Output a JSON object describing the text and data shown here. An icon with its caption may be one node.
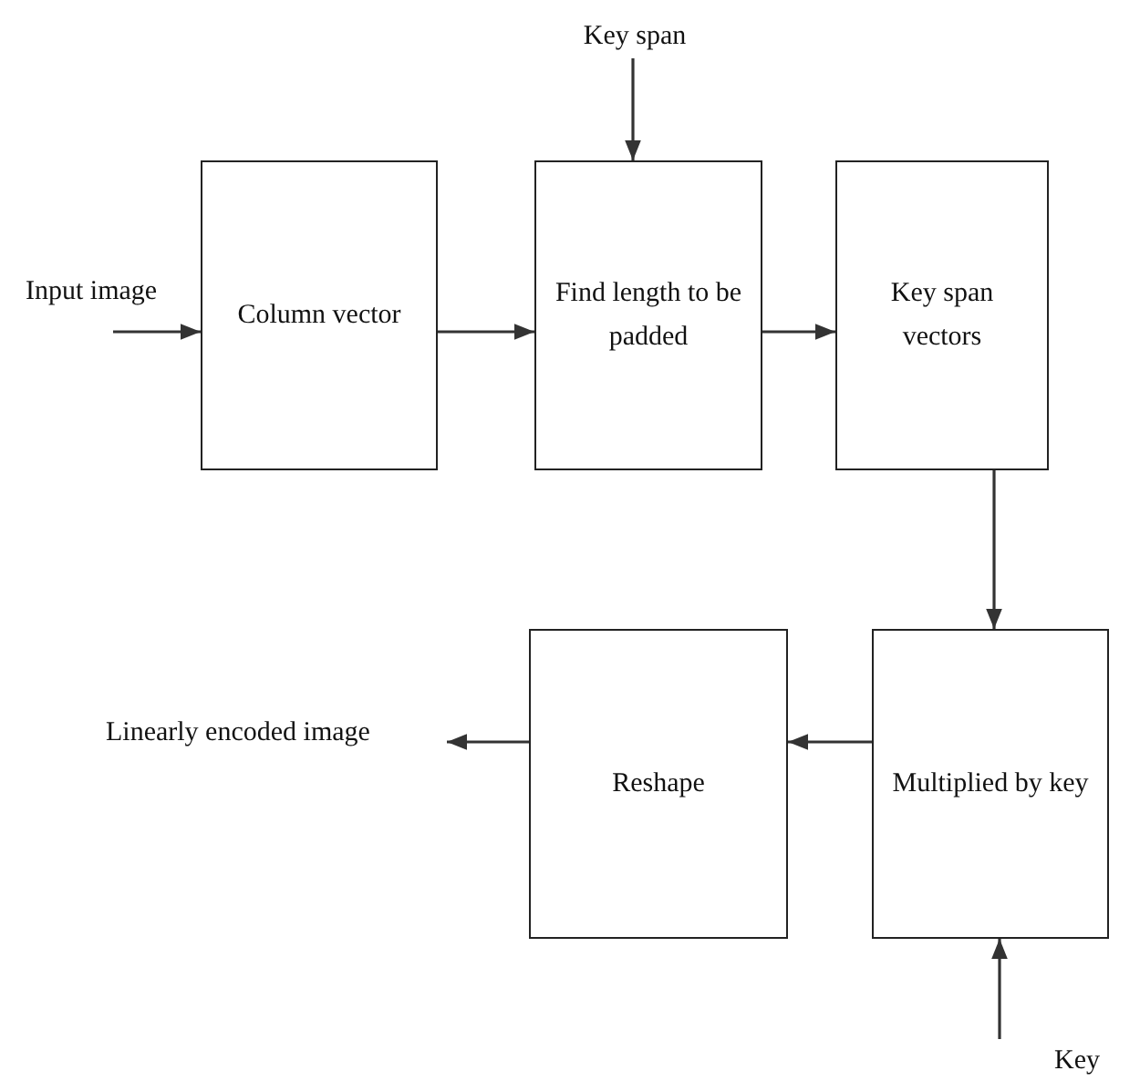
{
  "diagram": {
    "nodes": [
      {
        "text": [
          "Input image"
        ]
      },
      {
        "text": [
          "Column vector"
        ]
      },
      {
        "text": [
          "Key span"
        ]
      },
      {
        "text": [
          "Find length to be padded"
        ]
      },
      {
        "text": [
          "Key span vectors"
        ]
      },
      {
        "text": [
          "Linearly encoded image"
        ]
      },
      {
        "text": [
          "Reshape"
        ]
      },
      {
        "text": [
          "Multiplied by key"
        ]
      },
      {
        "text": [
          "Key"
        ]
      }
    ],
    "edges": [
      {
        "from": 0,
        "to": 1,
        "arrow": "to"
      },
      {
        "from": 2,
        "to": 3,
        "arrow": "to"
      },
      {
        "from": 1,
        "to": 3,
        "arrow": "to"
      },
      {
        "from": 3,
        "to": 4,
        "arrow": "to"
      },
      {
        "from": 4,
        "to": 7,
        "arrow": "to"
      },
      {
        "from": 7,
        "to": 6,
        "arrow": "to"
      },
      {
        "from": 6,
        "to": 5,
        "arrow": "to"
      },
      {
        "from": 8,
        "to": 7,
        "arrow": "to"
      }
    ]
  }
}
